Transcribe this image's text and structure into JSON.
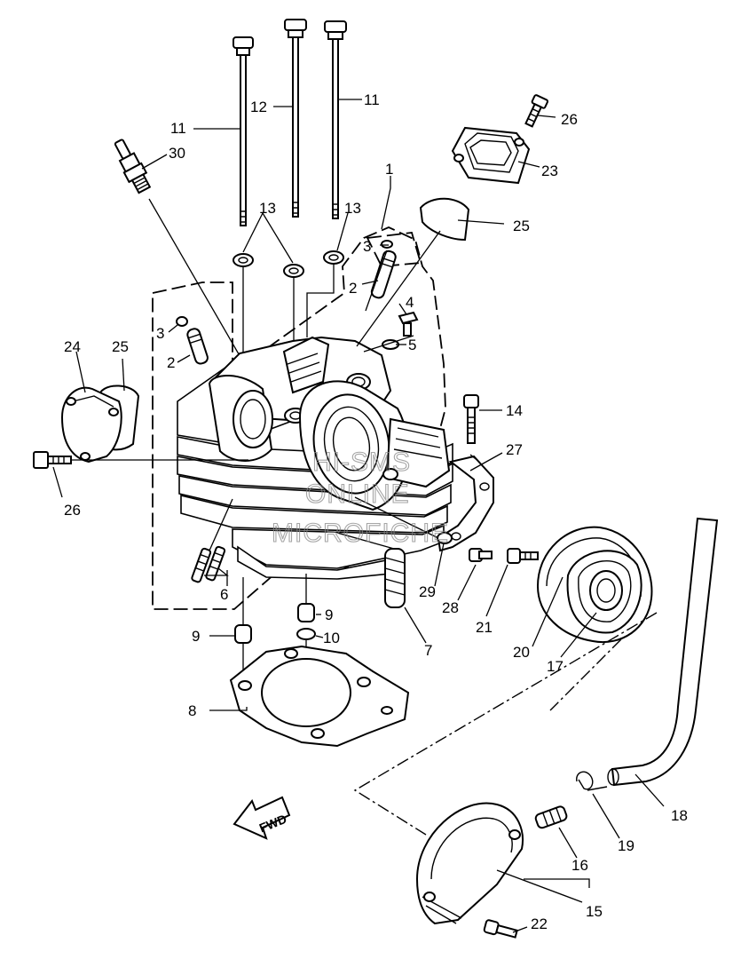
{
  "callouts": [
    "1",
    "2",
    "2",
    "3",
    "3",
    "4",
    "5",
    "6",
    "7",
    "8",
    "9",
    "9",
    "10",
    "11",
    "11",
    "12",
    "13",
    "13",
    "14",
    "15",
    "16",
    "17",
    "18",
    "19",
    "20",
    "21",
    "22",
    "23",
    "24",
    "25",
    "25",
    "26",
    "26",
    "27",
    "28",
    "29",
    "30"
  ],
  "direction_label": "FWD",
  "watermark": [
    "HI-SMS",
    "ONLINE",
    "MICROFICHE"
  ]
}
